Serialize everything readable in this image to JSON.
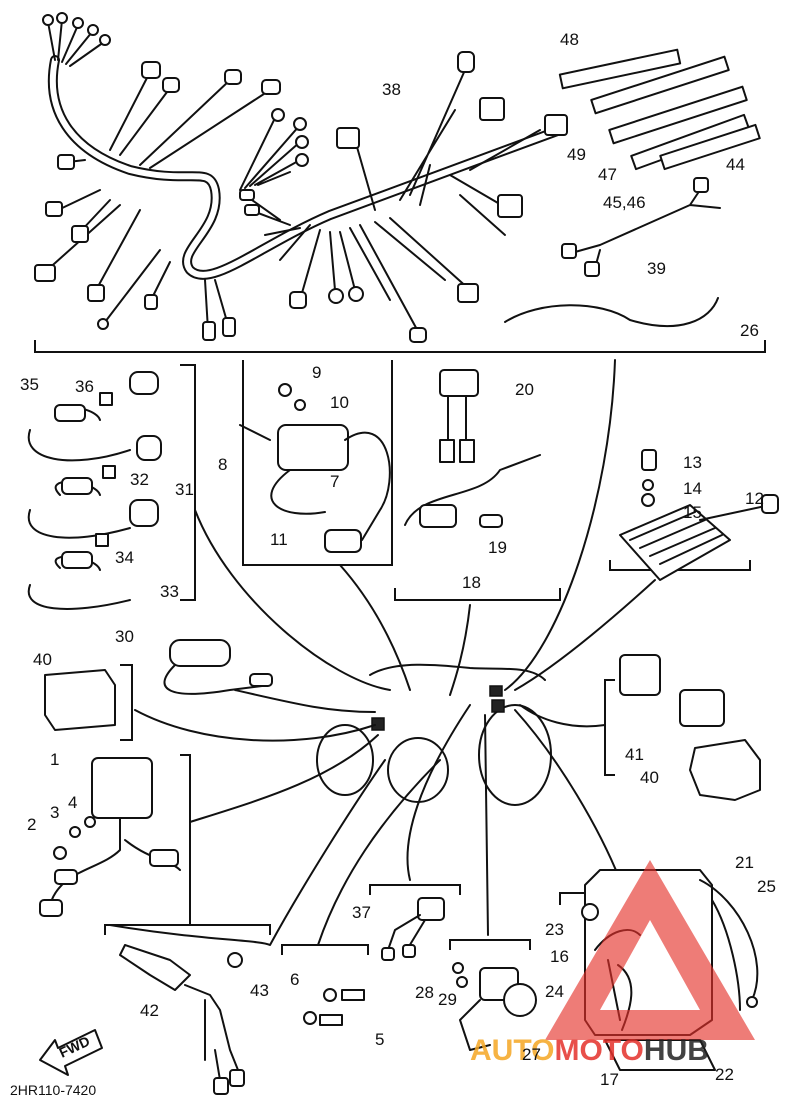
{
  "diagram_code": "2HR110-7420",
  "fwd_label": "FWD",
  "watermark": {
    "part1": "AUTO",
    "part2": "MOTO",
    "part3": "HUB",
    "color_main": "#e4312b",
    "color_accent": "#f5a623"
  },
  "callouts": [
    {
      "id": "c48",
      "text": "48"
    },
    {
      "id": "c38",
      "text": "38"
    },
    {
      "id": "c49",
      "text": "49"
    },
    {
      "id": "c47",
      "text": "47"
    },
    {
      "id": "c44",
      "text": "44"
    },
    {
      "id": "c4546",
      "text": "45,46"
    },
    {
      "id": "c39",
      "text": "39"
    },
    {
      "id": "c26",
      "text": "26"
    },
    {
      "id": "c35",
      "text": "35"
    },
    {
      "id": "c36",
      "text": "36"
    },
    {
      "id": "c9",
      "text": "9"
    },
    {
      "id": "c10",
      "text": "10"
    },
    {
      "id": "c20",
      "text": "20"
    },
    {
      "id": "c8",
      "text": "8"
    },
    {
      "id": "c7",
      "text": "7"
    },
    {
      "id": "c32",
      "text": "32"
    },
    {
      "id": "c31",
      "text": "31"
    },
    {
      "id": "c13",
      "text": "13"
    },
    {
      "id": "c14",
      "text": "14"
    },
    {
      "id": "c12",
      "text": "12"
    },
    {
      "id": "c15",
      "text": "15"
    },
    {
      "id": "c11",
      "text": "11"
    },
    {
      "id": "c19",
      "text": "19"
    },
    {
      "id": "c18",
      "text": "18"
    },
    {
      "id": "c34",
      "text": "34"
    },
    {
      "id": "c33",
      "text": "33"
    },
    {
      "id": "c30",
      "text": "30"
    },
    {
      "id": "c40a",
      "text": "40"
    },
    {
      "id": "c41",
      "text": "41"
    },
    {
      "id": "c40b",
      "text": "40"
    },
    {
      "id": "c1",
      "text": "1"
    },
    {
      "id": "c3",
      "text": "3"
    },
    {
      "id": "c4",
      "text": "4"
    },
    {
      "id": "c2",
      "text": "2"
    },
    {
      "id": "c21",
      "text": "21"
    },
    {
      "id": "c25",
      "text": "25"
    },
    {
      "id": "c37",
      "text": "37"
    },
    {
      "id": "c23",
      "text": "23"
    },
    {
      "id": "c16",
      "text": "16"
    },
    {
      "id": "c42",
      "text": "42"
    },
    {
      "id": "c43",
      "text": "43"
    },
    {
      "id": "c6",
      "text": "6"
    },
    {
      "id": "c28",
      "text": "28"
    },
    {
      "id": "c29",
      "text": "29"
    },
    {
      "id": "c24",
      "text": "24"
    },
    {
      "id": "c5",
      "text": "5"
    },
    {
      "id": "c27",
      "text": "27"
    },
    {
      "id": "c22",
      "text": "22"
    },
    {
      "id": "c17",
      "text": "17"
    }
  ]
}
